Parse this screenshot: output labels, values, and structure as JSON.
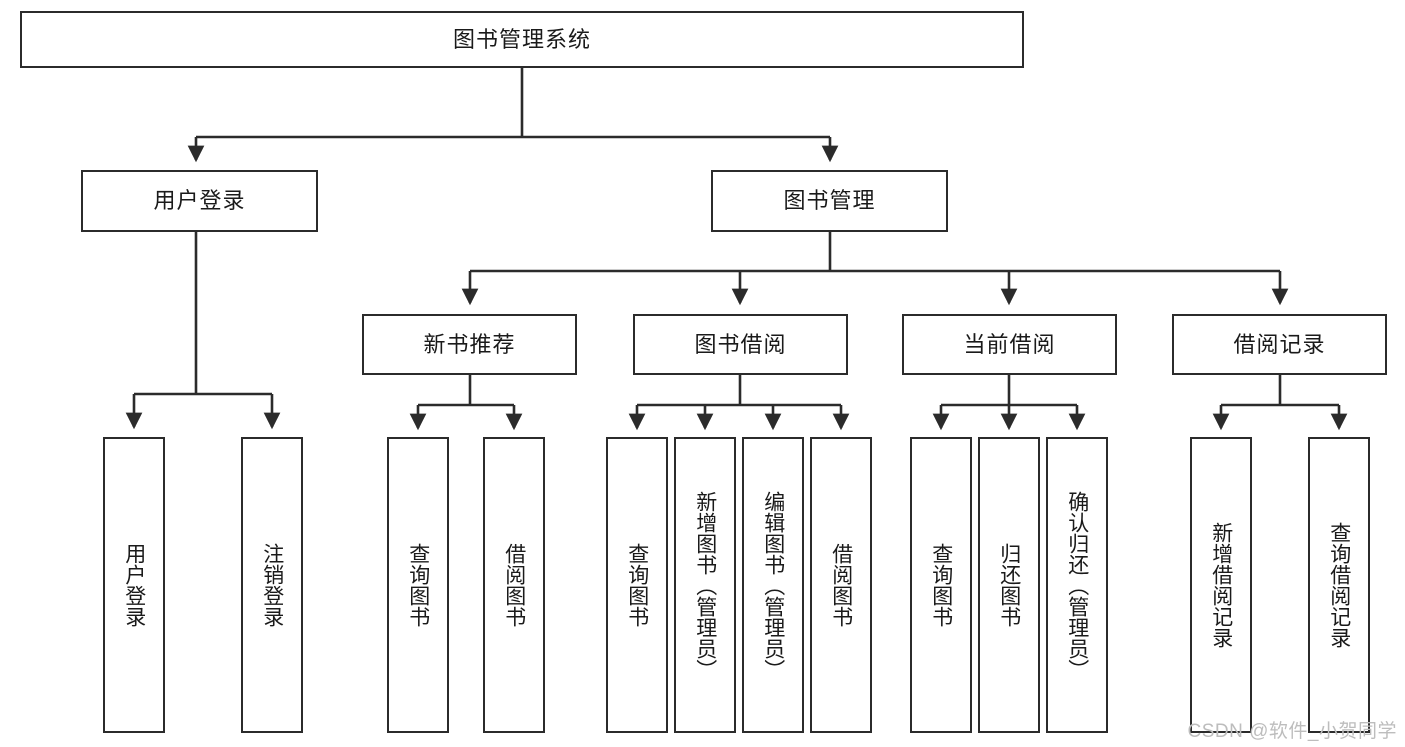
{
  "diagram": {
    "type": "tree-hierarchy-chart",
    "title": "图书管理系统",
    "watermark": "CSDN @软件_小贺同学",
    "colors": {
      "stroke": "#2b2b2b",
      "fill": "#ffffff",
      "text": "#1a1a1a",
      "watermark": "#bdbdbd"
    },
    "nodes": {
      "root": {
        "label": "图书管理系统"
      },
      "level2": [
        {
          "id": "user-login",
          "label": "用户登录"
        },
        {
          "id": "book-manage",
          "label": "图书管理"
        }
      ],
      "level3": [
        {
          "id": "new-book-recommend",
          "label": "新书推荐"
        },
        {
          "id": "book-borrow",
          "label": "图书借阅"
        },
        {
          "id": "current-borrow",
          "label": "当前借阅"
        },
        {
          "id": "borrow-record",
          "label": "借阅记录"
        }
      ],
      "leaves": {
        "user-login": [
          {
            "id": "leaf-user-login",
            "label": "用户登录"
          },
          {
            "id": "leaf-logout-login",
            "label": "注销登录"
          }
        ],
        "new-book-recommend": [
          {
            "id": "leaf-query-book-1",
            "label": "查询图书"
          },
          {
            "id": "leaf-borrow-book-1",
            "label": "借阅图书"
          }
        ],
        "book-borrow": [
          {
            "id": "leaf-query-book-2",
            "label": "查询图书"
          },
          {
            "id": "leaf-add-book",
            "label": "新增图书（管理员）"
          },
          {
            "id": "leaf-edit-book",
            "label": "编辑图书（管理员）"
          },
          {
            "id": "leaf-borrow-book-2",
            "label": "借阅图书"
          }
        ],
        "current-borrow": [
          {
            "id": "leaf-query-book-3",
            "label": "查询图书"
          },
          {
            "id": "leaf-return-book",
            "label": "归还图书"
          },
          {
            "id": "leaf-confirm-return",
            "label": "确认归还（管理员）"
          }
        ],
        "borrow-record": [
          {
            "id": "leaf-add-record",
            "label": "新增借阅记录"
          },
          {
            "id": "leaf-query-record",
            "label": "查询借阅记录"
          }
        ]
      }
    }
  }
}
